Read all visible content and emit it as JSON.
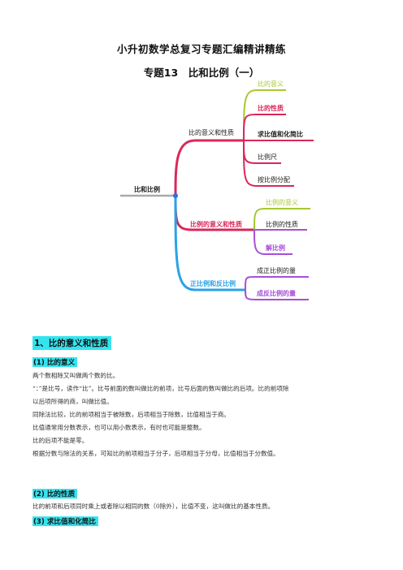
{
  "title": "小升初数学总复习专题汇编精讲精练",
  "subtitle": "专题13　比和比例（一）",
  "mindmap": {
    "root": "比和比例",
    "branches": [
      {
        "label": "比的意义和性质",
        "color": "#d9285a",
        "children": [
          {
            "label": "比的意义",
            "color": "#a6c832"
          },
          {
            "label": "比的性质",
            "color": "#d9285a"
          },
          {
            "label": "求比值和化简比",
            "color": "#222222"
          },
          {
            "label": "比例尺",
            "color": "#222222"
          },
          {
            "label": "按比例分配",
            "color": "#222222"
          }
        ]
      },
      {
        "label": "比例的意义和性质",
        "color": "#d9285a",
        "children": [
          {
            "label": "比例的意义",
            "color": "#a6c832"
          },
          {
            "label": "比例的性质",
            "color": "#222222"
          },
          {
            "label": "解比例",
            "color": "#a64fd6"
          }
        ]
      },
      {
        "label": "正比例和反比例",
        "color": "#2aa3e4",
        "children": [
          {
            "label": "成正比例的量",
            "color": "#222222"
          },
          {
            "label": "成反比例的量",
            "color": "#a64fd6"
          }
        ]
      }
    ]
  },
  "section": {
    "heading": "1、比的意义和性质",
    "sub1": "(1) 比的意义",
    "paragraphs1": [
      "两个数相除又叫做两个数的比。",
      "“：”是比号，读作“比”。比号前面的数叫做比的前项，比号后面的数叫做比的后项。比的前项除",
      "以后项所得的商，叫做比值。",
      "同除法比较，比的前项相当于被除数，后项相当于除数，比值相当于商。",
      "比值通常用分数表示，也可以用小数表示，有时也可能是整数。",
      "比的后项不能是零。",
      "根据分数与除法的关系，可知比的前项相当于分子，后项相当于分母，比值相当于分数值。"
    ],
    "sub2": "(2) 比的性质",
    "paragraphs2": [
      "比的前项和后项同时乘上或者除以相同的数（0除外），比值不变，这叫做比的基本性质。"
    ],
    "sub3": "(3) 求比值和化简比"
  }
}
